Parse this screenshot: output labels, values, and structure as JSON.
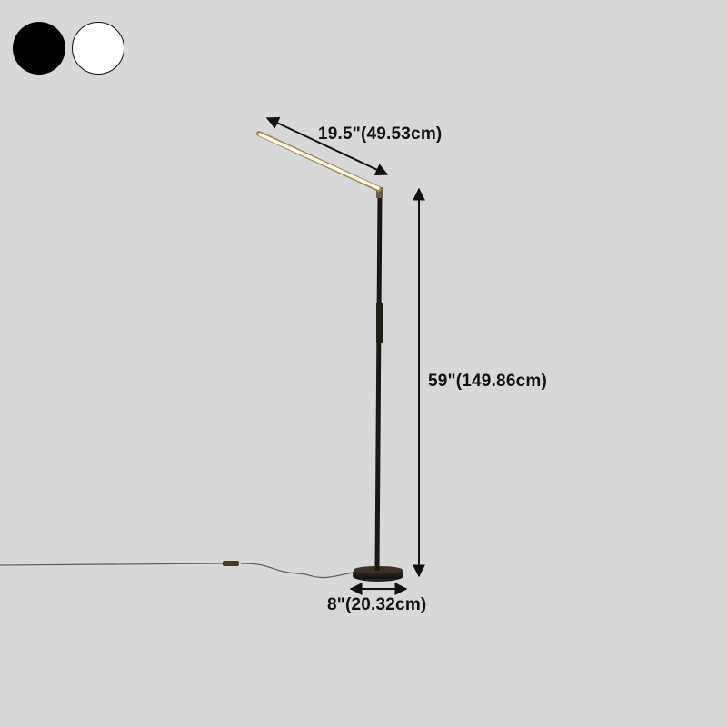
{
  "color_options": [
    {
      "name": "Black",
      "hex": "#000000"
    },
    {
      "name": "White",
      "hex": "#ffffff"
    }
  ],
  "product": {
    "type": "LED floor lamp",
    "dimensions": {
      "head_length": "19.5\"(49.53cm)",
      "height": "59\"(149.86cm)",
      "base_diameter": "8\"(20.32cm)"
    }
  },
  "colors": {
    "background": "#d8d8d8",
    "lamp_body": "#1a1714",
    "led_glow": "#fffbe8",
    "accent_brass": "#b08a50"
  }
}
